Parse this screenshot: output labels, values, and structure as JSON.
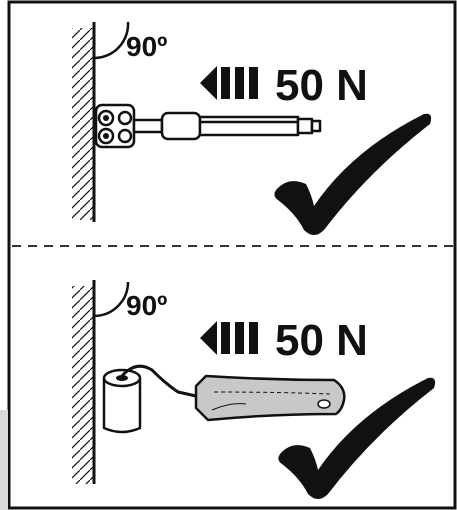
{
  "panels": [
    {
      "angle_label": "90º",
      "force_label": "50 N",
      "tool": "hinge-drill-adapter",
      "status": "ok"
    },
    {
      "angle_label": "90º",
      "force_label": "50 N",
      "tool": "paint-roller",
      "status": "ok"
    }
  ],
  "colors": {
    "ink": "#111111",
    "handle_fill": "#c8c8c8",
    "dashed_divider": "#333333"
  }
}
